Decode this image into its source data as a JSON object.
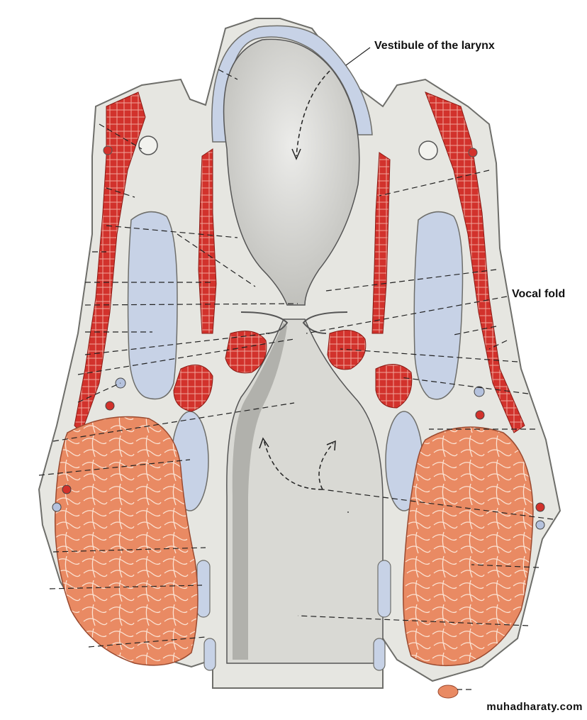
{
  "labels": {
    "vestibule": "Vestibule of the larynx",
    "vocal_fold": "Vocal fold"
  },
  "watermark": "muhadharaty.com",
  "colors": {
    "cartilage": "#c7d2e6",
    "muscle": "#d2322c",
    "gland": "#e98a63",
    "tissue": "#e6e6e1",
    "cavity": "#d9d9d4",
    "line": "#222222"
  }
}
